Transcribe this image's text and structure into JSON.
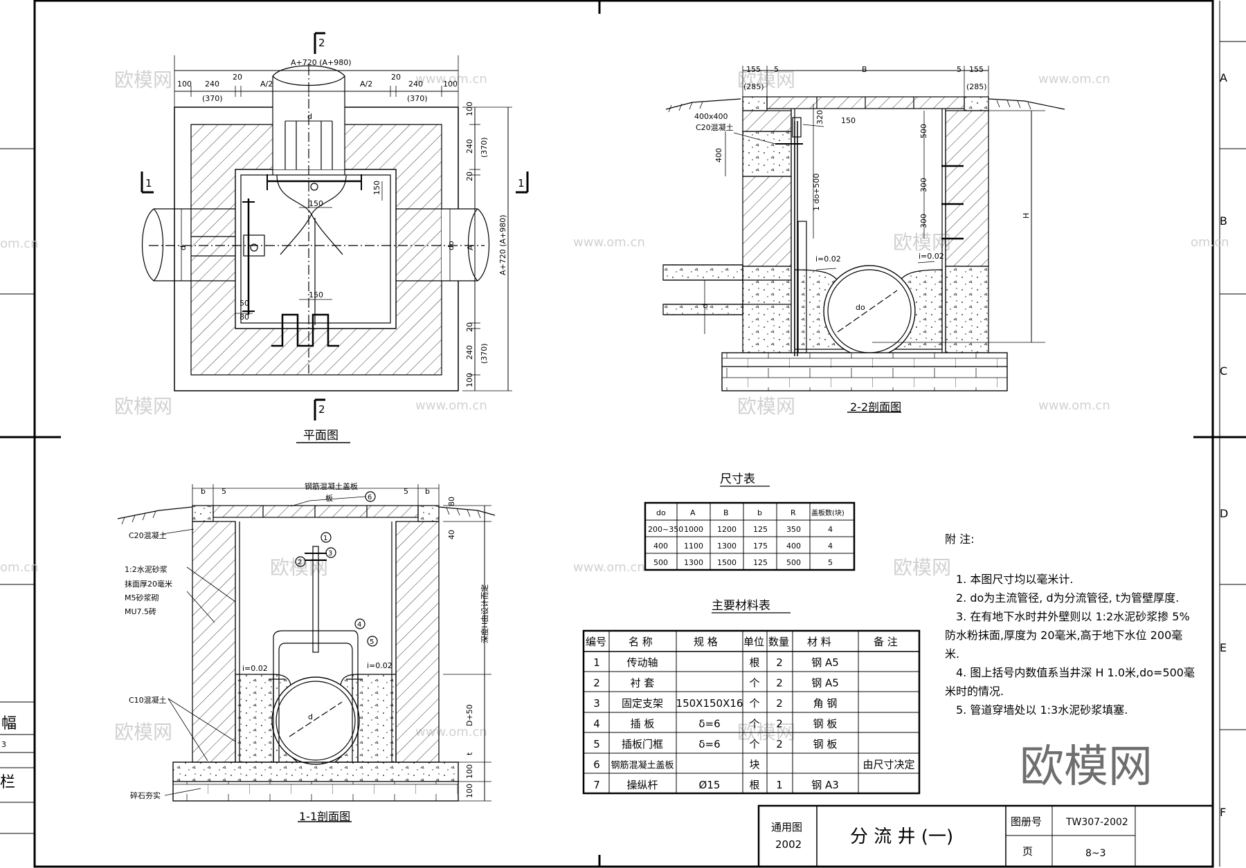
{
  "sheet": {
    "row_letters": [
      "A",
      "B",
      "C",
      "D",
      "E",
      "F"
    ],
    "left_strip": {
      "label_1": "幅",
      "label_2": "3",
      "label_3": "栏"
    },
    "watermark_small": "欧模网",
    "watermark_url": "www.om.cn",
    "watermark_url_left": "om.cn",
    "watermark_big": "欧模网"
  },
  "plan": {
    "title": "平面图",
    "section_mark_2": "2",
    "section_mark_1": "1",
    "dims_top": {
      "overall": "A+720 (A+980)",
      "d100": "100",
      "d240": "240",
      "d370": "(370)",
      "d20": "20",
      "a_half": "A/2"
    },
    "dims_right": {
      "d100": "100",
      "d240": "240",
      "d370": "(370)",
      "d20": "20",
      "a": "A",
      "overall": "A+720 (A+980)"
    },
    "inner": {
      "d": "d",
      "do": "do",
      "d150": "150",
      "d50": "50",
      "d80": "80"
    }
  },
  "sec22": {
    "title": "2-2剖面图",
    "dims_top": {
      "d155": "155",
      "d285": "(285)",
      "d5": "5",
      "b": "B"
    },
    "labels": {
      "block": "400x400",
      "c20": "C20混凝土",
      "d400": "400",
      "d320": "320",
      "d150": "150",
      "do500": "1 do+500",
      "slope1": "i=0.02",
      "slope2": "i=0.02",
      "d500": "500",
      "d300": "300",
      "h": "H",
      "d": "d",
      "do": "do"
    }
  },
  "sec11": {
    "title": "1-1剖面图",
    "labels": {
      "b": "b",
      "d5": "5",
      "cover": "钢筋混凝土盖板",
      "cover2": "板",
      "c20": "C20混凝土",
      "mortar1": "1:2水泥砂浆",
      "mortar2": "抹面厚20毫米",
      "mortar3": "M5砂浆砌",
      "mortar4": "MU7.5砖",
      "c10": "C10混凝土",
      "gravel": "碎石夯实",
      "slope": "i=0.02",
      "d80": "80",
      "d40": "40",
      "depth": "深度H由设计而定",
      "d50": "D+50",
      "t": "t",
      "d100": "100",
      "d": "d"
    },
    "callouts": [
      "1",
      "2",
      "3",
      "4",
      "5",
      "6"
    ]
  },
  "size_table": {
    "title": "尺寸表",
    "headers": [
      "do",
      "A",
      "B",
      "b",
      "R",
      "盖板数(块)"
    ],
    "rows": [
      [
        "200~350",
        "1000",
        "1200",
        "125",
        "350",
        "4"
      ],
      [
        "400",
        "1100",
        "1300",
        "175",
        "400",
        "4"
      ],
      [
        "500",
        "1300",
        "1500",
        "125",
        "500",
        "5"
      ]
    ]
  },
  "materials": {
    "title": "主要材料表",
    "headers": [
      "编号",
      "名 称",
      "规 格",
      "单位",
      "数量",
      "材 料",
      "备 注"
    ],
    "rows": [
      [
        "1",
        "传动轴",
        "",
        "根",
        "2",
        "钢 A5",
        ""
      ],
      [
        "2",
        "衬 套",
        "",
        "个",
        "2",
        "钢 A5",
        ""
      ],
      [
        "3",
        "固定支架",
        "150X150X16",
        "个",
        "2",
        "角 钢",
        ""
      ],
      [
        "4",
        "插 板",
        "δ=6",
        "个",
        "2",
        "钢 板",
        ""
      ],
      [
        "5",
        "插板门框",
        "δ=6",
        "个",
        "2",
        "钢 板",
        ""
      ],
      [
        "6",
        "钢筋混凝土盖板",
        "",
        "块",
        "",
        "",
        "由尺寸决定"
      ],
      [
        "7",
        "操纵杆",
        "Ø15",
        "根",
        "1",
        "钢 A3",
        ""
      ]
    ]
  },
  "notes": {
    "title": "附 注:",
    "lines": [
      "1. 本图尺寸均以毫米计.",
      "2. do为主流管径, d为分流管径, t为管壁厚度.",
      "3. 在有地下水时井外壁则以 1:2水泥砂浆掺 5%",
      "防水粉抹面,厚度为 20毫米,高于地下水位 200毫",
      "米.",
      "4. 图上括号内数值系当井深 H 1.0米,do=500毫",
      "米时的情况.",
      "5. 管道穿墙处以 1:3水泥砂浆填塞."
    ]
  },
  "title_block": {
    "general_label": "通用图",
    "general_year": "2002",
    "drawing_title": "分 流 井 (一)",
    "atlas_label": "图册号",
    "atlas_no": "TW307-2002",
    "page_label": "页",
    "page_no": "8~3"
  }
}
